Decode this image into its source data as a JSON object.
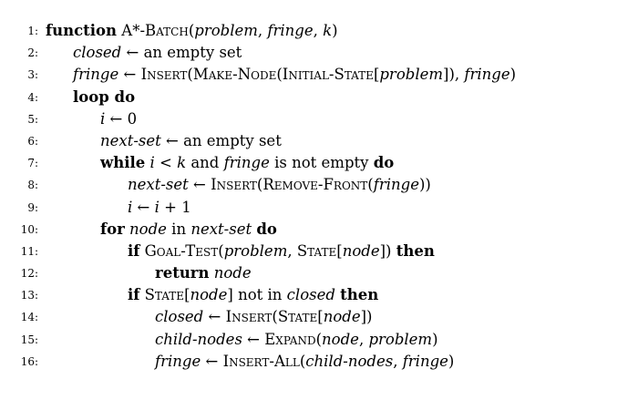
{
  "lines": [
    {
      "num": "1:",
      "indent": 0,
      "parts": [
        {
          "t": "function",
          "s": "kw"
        },
        {
          "t": " A*-",
          "s": "rm"
        },
        {
          "t": "Batch",
          "s": "sc"
        },
        {
          "t": "(",
          "s": "rm"
        },
        {
          "t": "problem",
          "s": "it"
        },
        {
          "t": ", ",
          "s": "rm"
        },
        {
          "t": "fringe",
          "s": "it"
        },
        {
          "t": ", ",
          "s": "rm"
        },
        {
          "t": "k",
          "s": "it"
        },
        {
          "t": ")",
          "s": "rm"
        }
      ]
    },
    {
      "num": "2:",
      "indent": 1,
      "parts": [
        {
          "t": "closed",
          "s": "it"
        },
        {
          "t": " ← an empty set",
          "s": "rm"
        }
      ]
    },
    {
      "num": "3:",
      "indent": 1,
      "parts": [
        {
          "t": "fringe",
          "s": "it"
        },
        {
          "t": " ← ",
          "s": "rm"
        },
        {
          "t": "Insert",
          "s": "sc"
        },
        {
          "t": "(",
          "s": "rm"
        },
        {
          "t": "Make-Node",
          "s": "sc"
        },
        {
          "t": "(",
          "s": "rm"
        },
        {
          "t": "Initial-State",
          "s": "sc"
        },
        {
          "t": "[",
          "s": "rm"
        },
        {
          "t": "problem",
          "s": "it"
        },
        {
          "t": "]), ",
          "s": "rm"
        },
        {
          "t": "fringe",
          "s": "it"
        },
        {
          "t": ")",
          "s": "rm"
        }
      ]
    },
    {
      "num": "4:",
      "indent": 1,
      "parts": [
        {
          "t": "loop do",
          "s": "kw"
        }
      ]
    },
    {
      "num": "5:",
      "indent": 2,
      "parts": [
        {
          "t": "i",
          "s": "it"
        },
        {
          "t": " ← 0",
          "s": "rm"
        }
      ]
    },
    {
      "num": "6:",
      "indent": 2,
      "parts": [
        {
          "t": "next-set",
          "s": "it"
        },
        {
          "t": " ← an empty set",
          "s": "rm"
        }
      ]
    },
    {
      "num": "7:",
      "indent": 2,
      "parts": [
        {
          "t": "while",
          "s": "kw"
        },
        {
          "t": " ",
          "s": "rm"
        },
        {
          "t": "i",
          "s": "it"
        },
        {
          "t": " < ",
          "s": "rm"
        },
        {
          "t": "k",
          "s": "it"
        },
        {
          "t": " and ",
          "s": "rm"
        },
        {
          "t": "fringe",
          "s": "it"
        },
        {
          "t": " is not empty ",
          "s": "rm"
        },
        {
          "t": "do",
          "s": "kw"
        }
      ]
    },
    {
      "num": "8:",
      "indent": 3,
      "parts": [
        {
          "t": "next-set",
          "s": "it"
        },
        {
          "t": " ← ",
          "s": "rm"
        },
        {
          "t": "Insert",
          "s": "sc"
        },
        {
          "t": "(",
          "s": "rm"
        },
        {
          "t": "Remove-Front",
          "s": "sc"
        },
        {
          "t": "(",
          "s": "rm"
        },
        {
          "t": "fringe",
          "s": "it"
        },
        {
          "t": "))",
          "s": "rm"
        }
      ]
    },
    {
      "num": "9:",
      "indent": 3,
      "parts": [
        {
          "t": "i",
          "s": "it"
        },
        {
          "t": " ← ",
          "s": "rm"
        },
        {
          "t": "i",
          "s": "it"
        },
        {
          "t": " + 1",
          "s": "rm"
        }
      ]
    },
    {
      "num": "10:",
      "indent": 2,
      "parts": [
        {
          "t": "for",
          "s": "kw"
        },
        {
          "t": " ",
          "s": "rm"
        },
        {
          "t": "node",
          "s": "it"
        },
        {
          "t": " in ",
          "s": "rm"
        },
        {
          "t": "next-set",
          "s": "it"
        },
        {
          "t": " ",
          "s": "rm"
        },
        {
          "t": "do",
          "s": "kw"
        }
      ]
    },
    {
      "num": "11:",
      "indent": 3,
      "parts": [
        {
          "t": "if",
          "s": "kw"
        },
        {
          "t": " ",
          "s": "rm"
        },
        {
          "t": "Goal-Test",
          "s": "sc"
        },
        {
          "t": "(",
          "s": "rm"
        },
        {
          "t": "problem",
          "s": "it"
        },
        {
          "t": ", ",
          "s": "rm"
        },
        {
          "t": "State",
          "s": "sc"
        },
        {
          "t": "[",
          "s": "rm"
        },
        {
          "t": "node",
          "s": "it"
        },
        {
          "t": "]) ",
          "s": "rm"
        },
        {
          "t": "then",
          "s": "kw"
        }
      ]
    },
    {
      "num": "12:",
      "indent": 4,
      "parts": [
        {
          "t": "return",
          "s": "kw"
        },
        {
          "t": " ",
          "s": "rm"
        },
        {
          "t": "node",
          "s": "it"
        }
      ]
    },
    {
      "num": "13:",
      "indent": 3,
      "parts": [
        {
          "t": "if",
          "s": "kw"
        },
        {
          "t": "  ",
          "s": "rm"
        },
        {
          "t": "State",
          "s": "sc"
        },
        {
          "t": "[",
          "s": "rm"
        },
        {
          "t": "node",
          "s": "it"
        },
        {
          "t": "] not in ",
          "s": "rm"
        },
        {
          "t": "closed",
          "s": "it"
        },
        {
          "t": " ",
          "s": "rm"
        },
        {
          "t": "then",
          "s": "kw"
        }
      ]
    },
    {
      "num": "14:",
      "indent": 4,
      "parts": [
        {
          "t": "closed",
          "s": "it"
        },
        {
          "t": " ← ",
          "s": "rm"
        },
        {
          "t": "Insert",
          "s": "sc"
        },
        {
          "t": "(",
          "s": "rm"
        },
        {
          "t": "State",
          "s": "sc"
        },
        {
          "t": "[",
          "s": "rm"
        },
        {
          "t": "node",
          "s": "it"
        },
        {
          "t": "])",
          "s": "rm"
        }
      ]
    },
    {
      "num": "15:",
      "indent": 4,
      "parts": [
        {
          "t": "child-nodes",
          "s": "it"
        },
        {
          "t": " ← ",
          "s": "rm"
        },
        {
          "t": "Expand",
          "s": "sc"
        },
        {
          "t": "(",
          "s": "rm"
        },
        {
          "t": "node",
          "s": "it"
        },
        {
          "t": ", ",
          "s": "rm"
        },
        {
          "t": "problem",
          "s": "it"
        },
        {
          "t": ")",
          "s": "rm"
        }
      ]
    },
    {
      "num": "16:",
      "indent": 4,
      "parts": [
        {
          "t": "fringe",
          "s": "it"
        },
        {
          "t": " ← ",
          "s": "rm"
        },
        {
          "t": "Insert-All",
          "s": "sc"
        },
        {
          "t": "(",
          "s": "rm"
        },
        {
          "t": "child-nodes",
          "s": "it"
        },
        {
          "t": ", ",
          "s": "rm"
        },
        {
          "t": "fringe",
          "s": "it"
        },
        {
          "t": ")",
          "s": "rm"
        }
      ]
    }
  ]
}
